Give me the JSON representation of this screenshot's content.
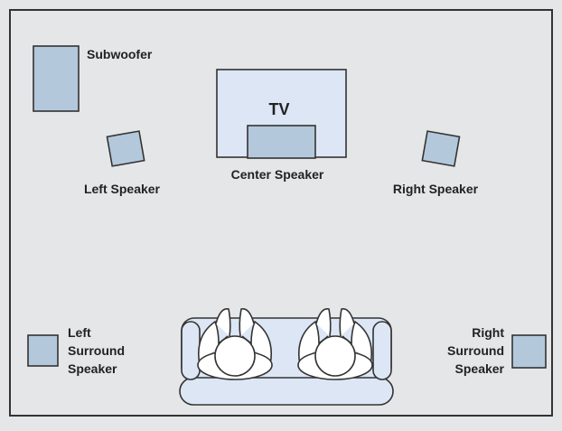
{
  "labels": {
    "subwoofer": "Subwoofer",
    "tv": "TV",
    "center_speaker": "Center Speaker",
    "left_speaker": "Left Speaker",
    "right_speaker": "Right Speaker",
    "left_surround": [
      "Left",
      "Surround",
      "Speaker"
    ],
    "right_surround": [
      "Right",
      "Surround",
      "Speaker"
    ]
  },
  "colors": {
    "background": "#e5e6e8",
    "border": "#333333",
    "speaker_fill": "#b4c8dc",
    "tv_fill": "#dce6f4",
    "couch_fill": "#dce6f4",
    "person_fill": "#ffffff"
  }
}
